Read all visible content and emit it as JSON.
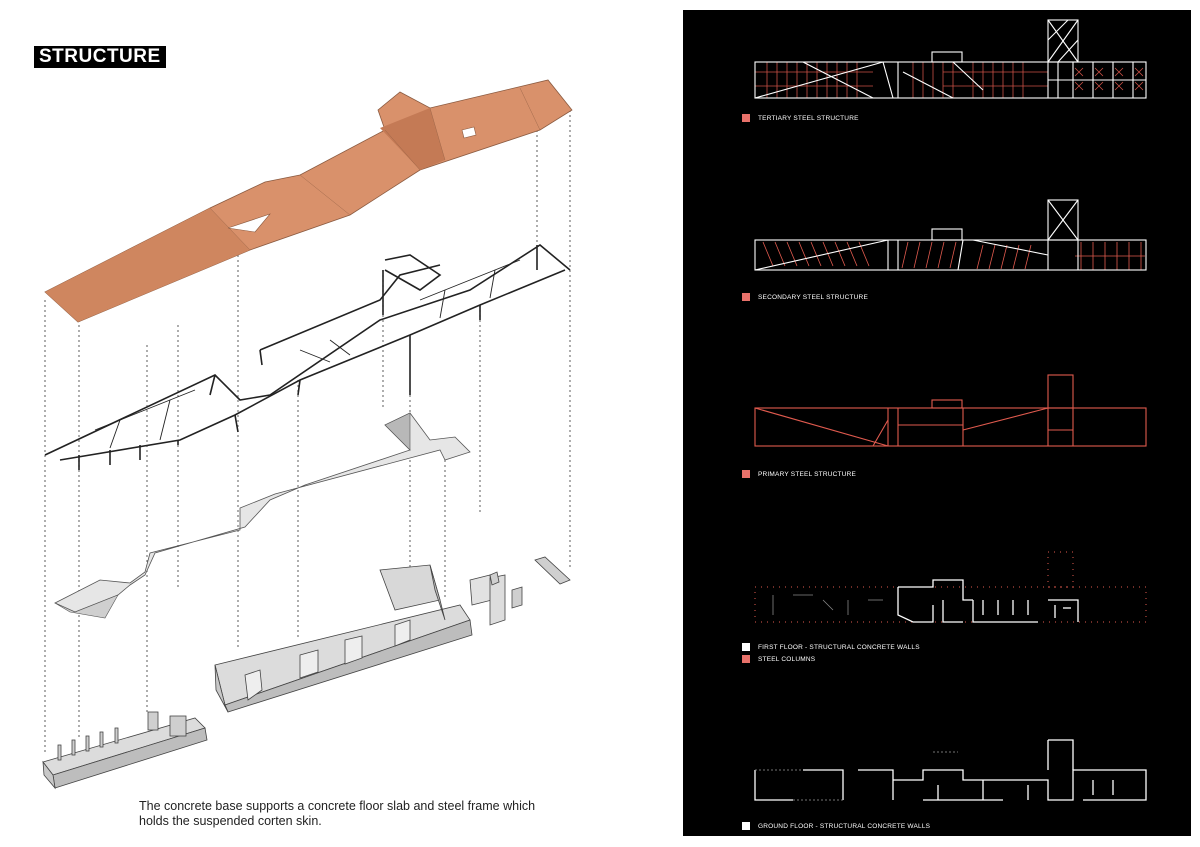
{
  "title": "STRUCTURE",
  "caption": "The concrete base supports a concrete floor slab and steel frame which holds the suspended corten skin.",
  "colors": {
    "corten": "#d9916b",
    "corten_dark": "#c47a55",
    "steel_line": "#e05a4e",
    "legend_red": "#e8716a",
    "panel_bg": "#000000",
    "slab": "#e6e6e6",
    "wall": "#dcdcdc"
  },
  "legend": [
    {
      "label": "TERTIARY STEEL STRUCTURE",
      "swatch": "red"
    },
    {
      "label": "SECONDARY STEEL STRUCTURE",
      "swatch": "red"
    },
    {
      "label": "PRIMARY STEEL STRUCTURE",
      "swatch": "red"
    },
    {
      "label": "FIRST FLOOR - STRUCTURAL CONCRETE WALLS",
      "swatch": "white"
    },
    {
      "label": "STEEL COLUMNS",
      "swatch": "red"
    },
    {
      "label": "GROUND FLOOR - STRUCTURAL CONCRETE WALLS",
      "swatch": "white"
    }
  ]
}
